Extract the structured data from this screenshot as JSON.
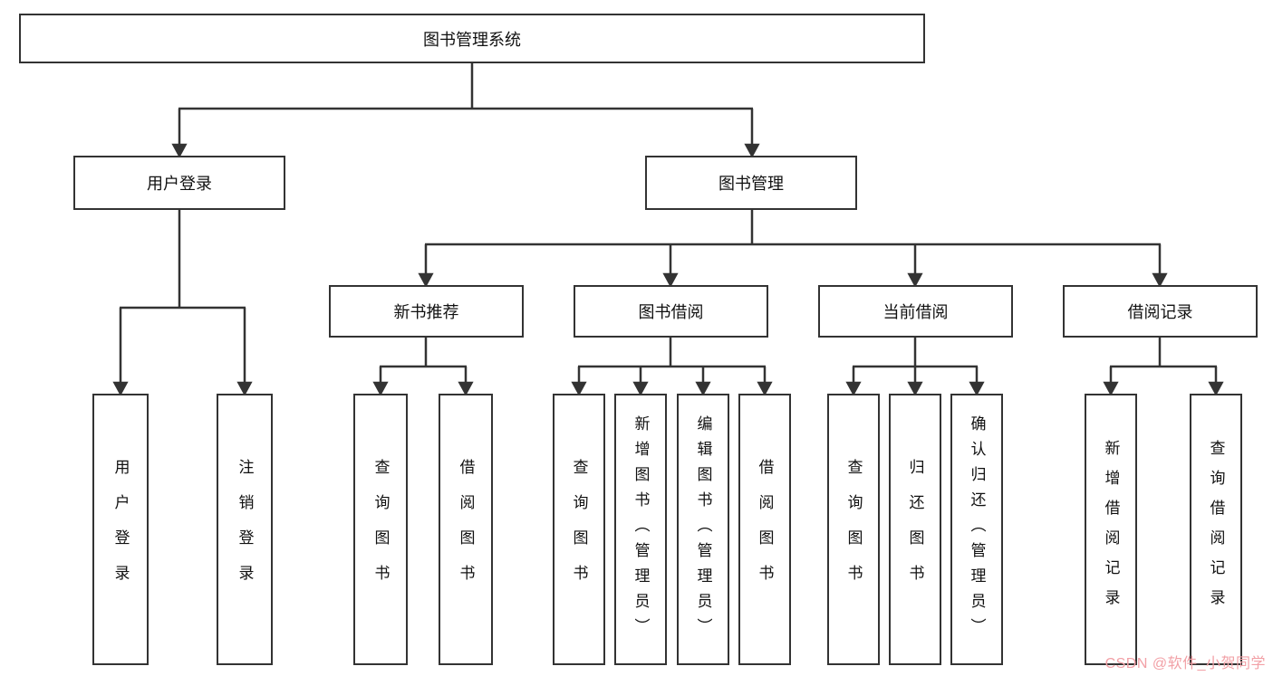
{
  "root": {
    "label": "图书管理系统"
  },
  "level2": [
    {
      "label": "用户登录"
    },
    {
      "label": "图书管理"
    }
  ],
  "level3": [
    {
      "label": "新书推荐"
    },
    {
      "label": "图书借阅"
    },
    {
      "label": "当前借阅"
    },
    {
      "label": "借阅记录"
    }
  ],
  "leaves": {
    "user_login": [
      {
        "label": "用户登录"
      },
      {
        "label": "注销登录"
      }
    ],
    "new_books": [
      {
        "label": "查询图书"
      },
      {
        "label": "借阅图书"
      }
    ],
    "book_borrow": [
      {
        "label": "查询图书"
      },
      {
        "label": "新增图书（管理员）"
      },
      {
        "label": "编辑图书（管理员）"
      },
      {
        "label": "借阅图书"
      }
    ],
    "current_borrow": [
      {
        "label": "查询图书"
      },
      {
        "label": "归还图书"
      },
      {
        "label": "确认归还（管理员）"
      }
    ],
    "borrow_records": [
      {
        "label": "新增借阅记录"
      },
      {
        "label": "查询借阅记录"
      }
    ]
  },
  "watermark": "CSDN @软件_小贺同学",
  "colors": {
    "line": "#333333",
    "border": "#333333",
    "text": "#111111",
    "watermark": "#f2a0a6"
  }
}
